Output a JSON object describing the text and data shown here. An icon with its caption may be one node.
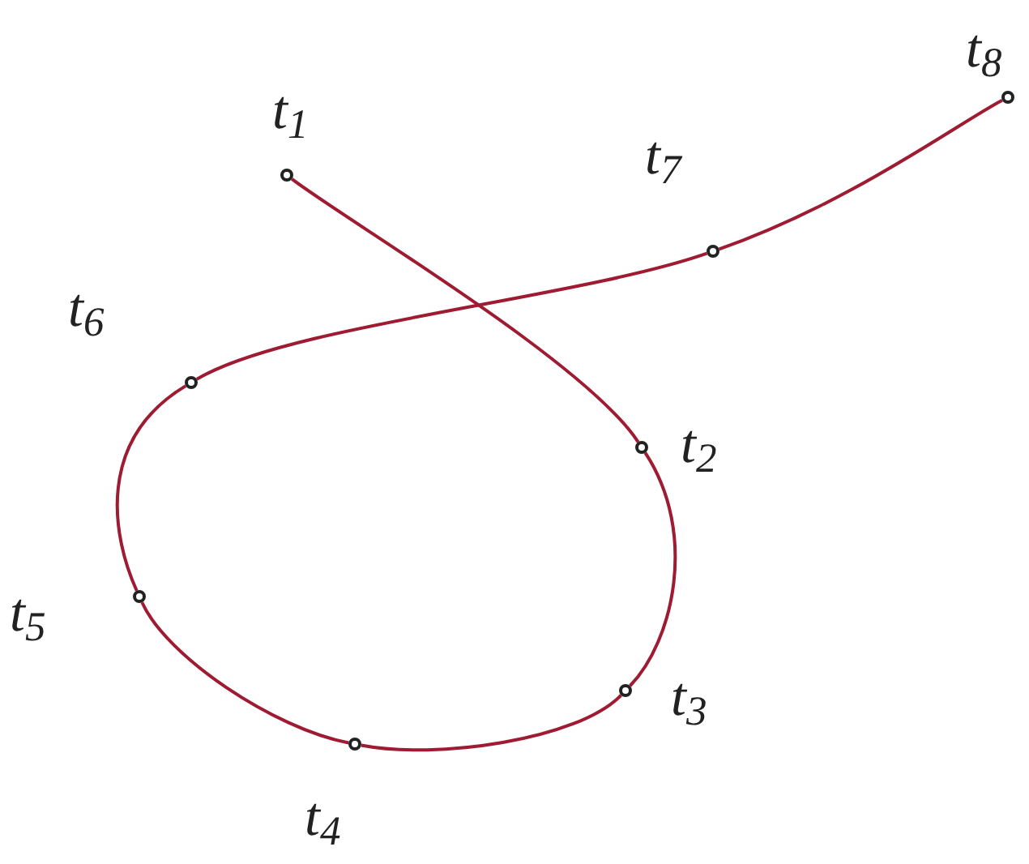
{
  "diagram": {
    "nodes": [
      {
        "text": [],
        "shape": "circle",
        "beside": [
          "t$_{1}$"
        ]
      },
      {
        "text": [],
        "shape": "circle",
        "beside": [
          "t$_{2}$"
        ]
      },
      {
        "text": [],
        "shape": "circle",
        "beside": [
          "t$_{3}$"
        ]
      },
      {
        "text": [],
        "shape": "circle",
        "beside": [
          "t$_{4}$"
        ]
      },
      {
        "text": [],
        "shape": "circle",
        "beside": [
          "t$_{5}$"
        ]
      },
      {
        "text": [],
        "shape": "circle",
        "beside": [
          "t$_{6}$"
        ]
      },
      {
        "text": [],
        "shape": "circle",
        "beside": [
          "t$_{7}$"
        ]
      },
      {
        "text": [],
        "shape": "circle",
        "beside": [
          "t$_{8}$"
        ]
      }
    ],
    "edges": [
      {
        "from": 0,
        "to": 1,
        "arrow": "none",
        "color": "#9e1b32"
      },
      {
        "from": 1,
        "to": 2,
        "arrow": "none",
        "color": "#9e1b32"
      },
      {
        "from": 2,
        "to": 3,
        "arrow": "none",
        "color": "#9e1b32"
      },
      {
        "from": 3,
        "to": 4,
        "arrow": "none",
        "color": "#9e1b32"
      },
      {
        "from": 4,
        "to": 5,
        "arrow": "none",
        "color": "#9e1b32"
      },
      {
        "from": 5,
        "to": 6,
        "arrow": "none",
        "color": "#9e1b32"
      },
      {
        "from": 6,
        "to": 7,
        "arrow": "none",
        "color": "#9e1b32"
      }
    ]
  }
}
